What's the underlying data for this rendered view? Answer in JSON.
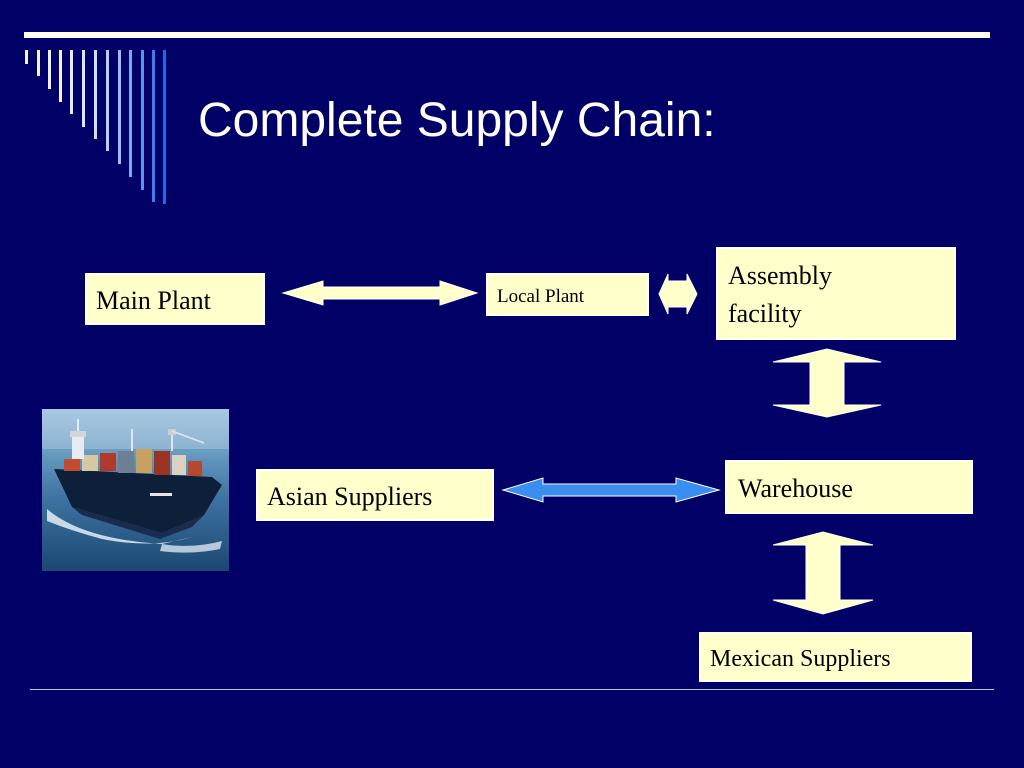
{
  "slide": {
    "title": "Complete Supply Chain:"
  },
  "nodes": {
    "main_plant": "Main Plant",
    "local_plant": "Local Plant",
    "assembly_line1": "Assembly",
    "assembly_line2": "facility",
    "warehouse": "Warehouse",
    "asian_suppliers": "Asian Suppliers",
    "mexican_suppliers": "Mexican Suppliers"
  },
  "colors": {
    "background": "#000066",
    "box_fill": "#ffffcc",
    "arrow_fill": "#ffffcc",
    "sea_arrow_fill": "#3a8ef0",
    "title_text": "#ffffff"
  }
}
